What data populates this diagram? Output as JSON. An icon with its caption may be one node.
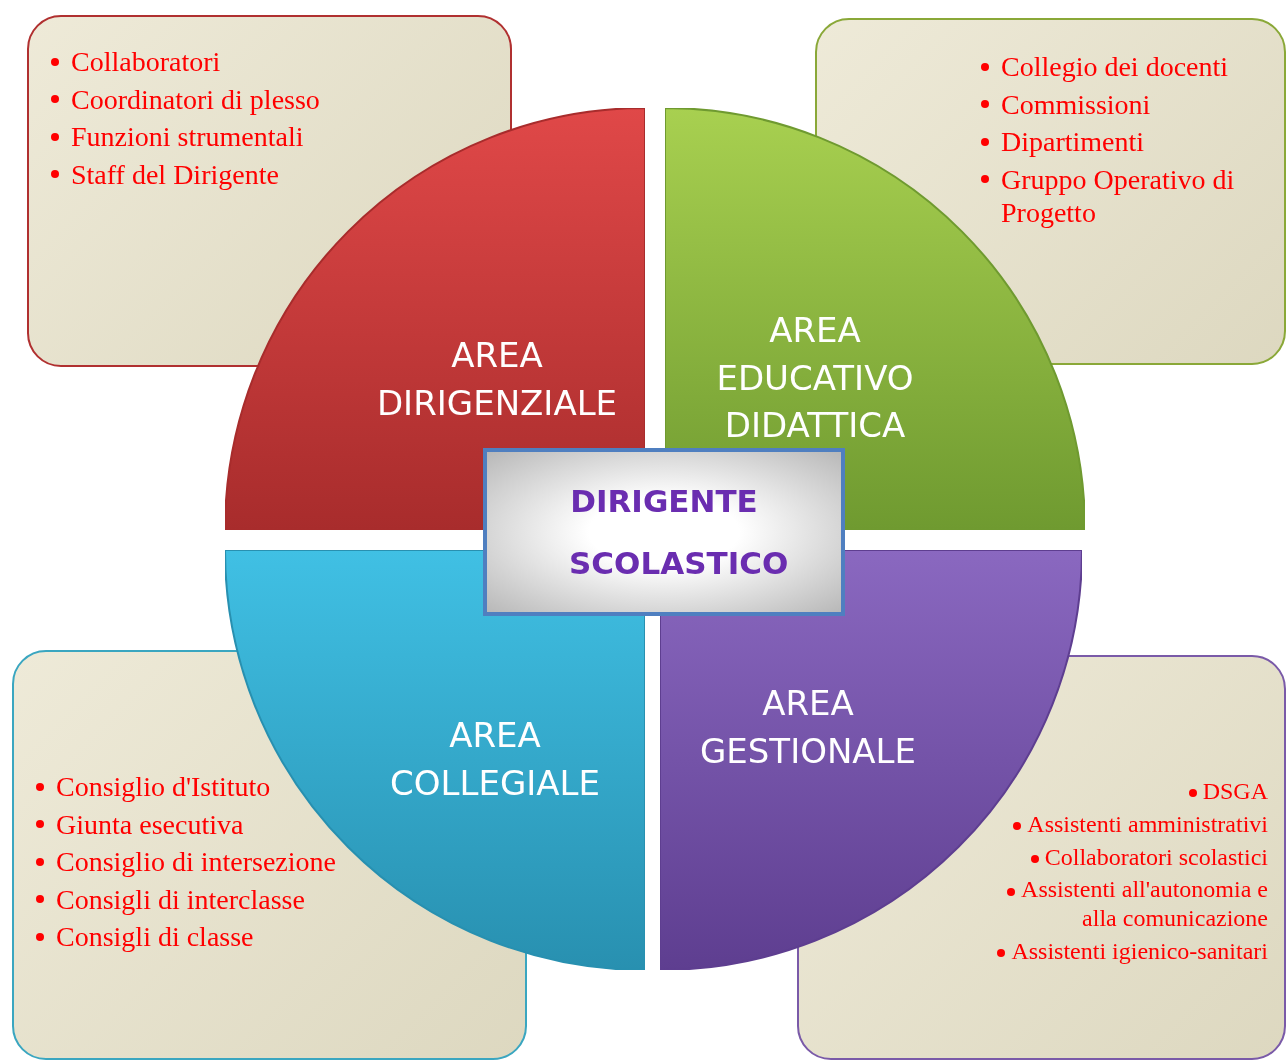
{
  "diagram": {
    "nodes": [
      {
        "text": [
          "Collaboratori",
          "Coordinatori di plesso",
          "Funzioni strumentali",
          "Staff del Dirigente"
        ]
      },
      {
        "text": [
          "AREA DIRIGENZIALE"
        ]
      },
      {
        "text": [
          "Collegio dei docenti",
          "Commissioni",
          "Dipartimenti",
          "Gruppo Operativo di Progetto"
        ]
      },
      {
        "text": [
          "AREA EDUCATIVO DIDATTICA"
        ]
      },
      {
        "text": [
          "DIRIGENTE SCOLASTICO"
        ]
      },
      {
        "text": [
          "AREA COLLEGIALE"
        ]
      },
      {
        "text": [
          "AREA GESTIONALE"
        ]
      },
      {
        "text": [
          "Consiglio d'Istituto",
          "Giunta esecutiva",
          "Consiglio di intersezione",
          "Consigli di interclasse",
          "Consigli di classe"
        ]
      },
      {
        "text": [
          "DSGA",
          "Assistenti amministrativi",
          "Collaboratori scolastici",
          "Assistenti all'autonomia e alla comunicazione",
          "Assistenti igienico-sanitari"
        ]
      }
    ]
  }
}
